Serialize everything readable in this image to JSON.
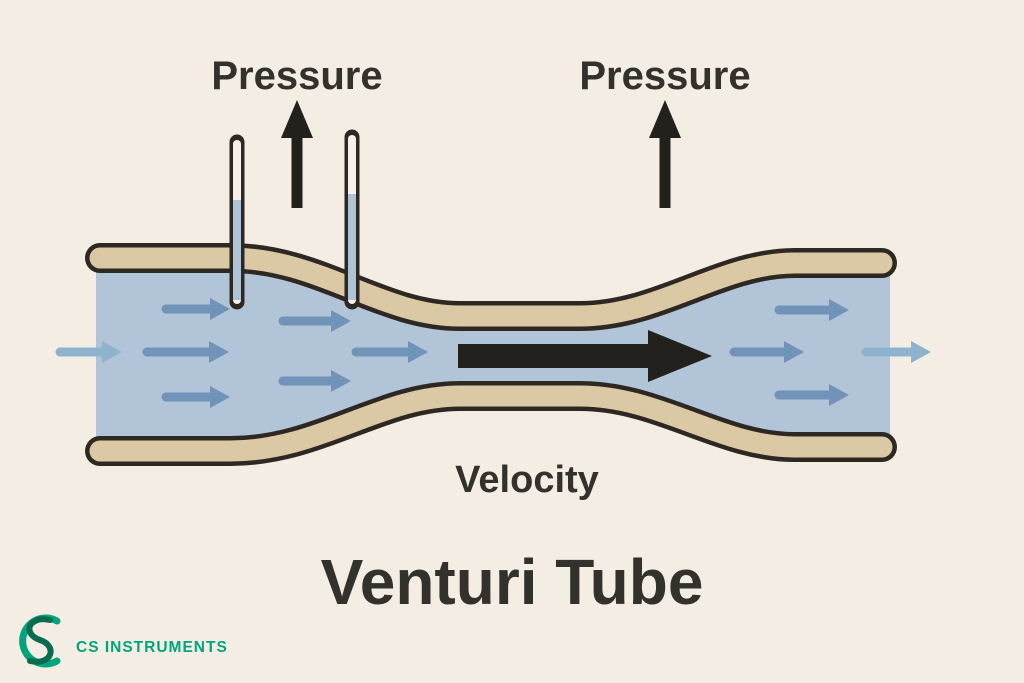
{
  "diagram": {
    "title": "Venturi Tube",
    "labels": {
      "pressure_left": "Pressure",
      "pressure_right": "Pressure",
      "velocity": "Velocity"
    },
    "logo": {
      "text": "CS INSTRUMENTS"
    },
    "colors": {
      "background": "#f4ede3",
      "fluid": "#b2c4d7",
      "wall": "#dbc9a5",
      "outline": "#2e2823",
      "flow_arrow": "#7093b7",
      "flow_arrow_light": "#8fb3cd",
      "black_arrow": "#22211e",
      "text": "#33312c",
      "manometer_glass": "#f6f1e8",
      "manometer_fluid": "#aec3d6",
      "logo_teal": "#00a57e",
      "logo_dark": "#0b6b4f"
    }
  }
}
